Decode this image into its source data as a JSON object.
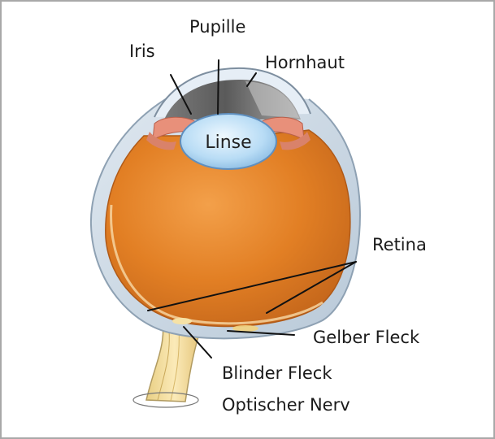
{
  "diagram": {
    "labels": {
      "pupille": "Pupille",
      "iris": "Iris",
      "hornhaut": "Hornhaut",
      "linse": "Linse",
      "retina": "Retina",
      "gelber_fleck": "Gelber Fleck",
      "blinder_fleck": "Blinder Fleck",
      "optischer_nerv": "Optischer Nerv"
    }
  }
}
